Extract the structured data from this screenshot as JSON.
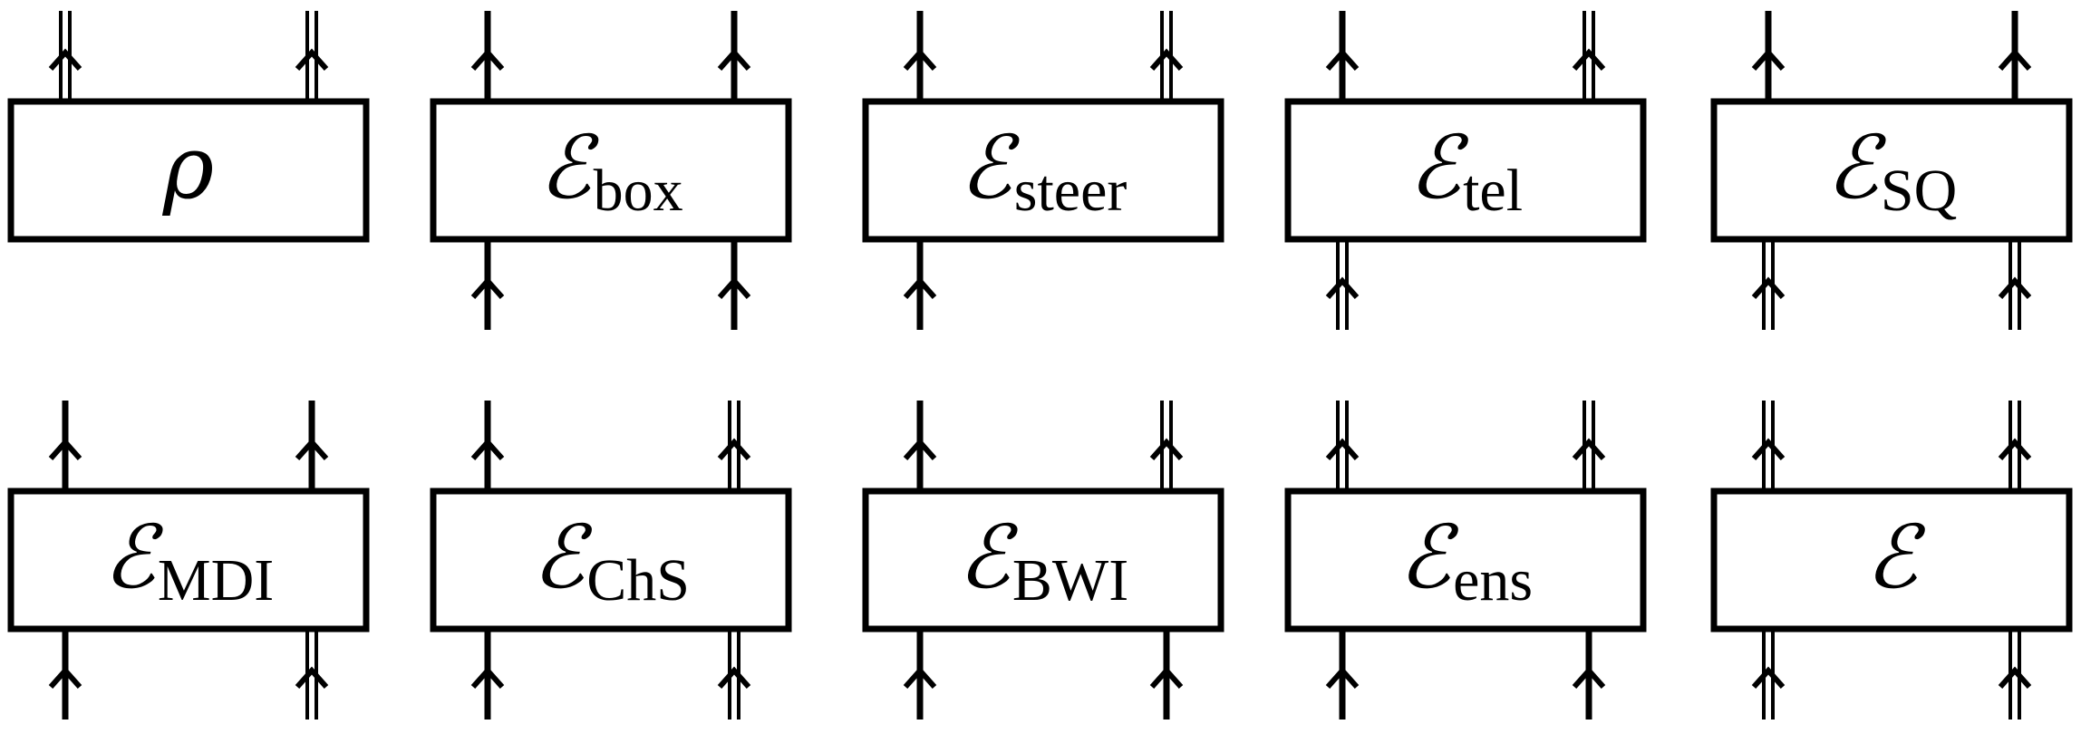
{
  "boxes": [
    {
      "id": "rho",
      "symbol": "ρ",
      "subscript": "",
      "top": [
        "double",
        "double"
      ],
      "bottom": []
    },
    {
      "id": "box",
      "symbol": "ℰ",
      "subscript": "box",
      "top": [
        "single",
        "single"
      ],
      "bottom": [
        "single",
        "single"
      ]
    },
    {
      "id": "steer",
      "symbol": "ℰ",
      "subscript": "steer",
      "top": [
        "single",
        "double"
      ],
      "bottom": [
        "single"
      ]
    },
    {
      "id": "tel",
      "symbol": "ℰ",
      "subscript": "tel",
      "top": [
        "single",
        "double"
      ],
      "bottom": [
        "double"
      ]
    },
    {
      "id": "SQ",
      "symbol": "ℰ",
      "subscript": "SQ",
      "top": [
        "single",
        "single"
      ],
      "bottom": [
        "double",
        "double"
      ]
    },
    {
      "id": "MDI",
      "symbol": "ℰ",
      "subscript": "MDI",
      "top": [
        "single",
        "single"
      ],
      "bottom": [
        "single",
        "double"
      ]
    },
    {
      "id": "ChS",
      "symbol": "ℰ",
      "subscript": "ChS",
      "top": [
        "single",
        "double"
      ],
      "bottom": [
        "single",
        "double"
      ]
    },
    {
      "id": "BWI",
      "symbol": "ℰ",
      "subscript": "BWI",
      "top": [
        "single",
        "double"
      ],
      "bottom": [
        "single",
        "single"
      ]
    },
    {
      "id": "ens",
      "symbol": "ℰ",
      "subscript": "ens",
      "top": [
        "double",
        "double"
      ],
      "bottom": [
        "single",
        "single"
      ]
    },
    {
      "id": "plain",
      "symbol": "ℰ",
      "subscript": "",
      "top": [
        "double",
        "double"
      ],
      "bottom": [
        "double",
        "double"
      ]
    }
  ]
}
